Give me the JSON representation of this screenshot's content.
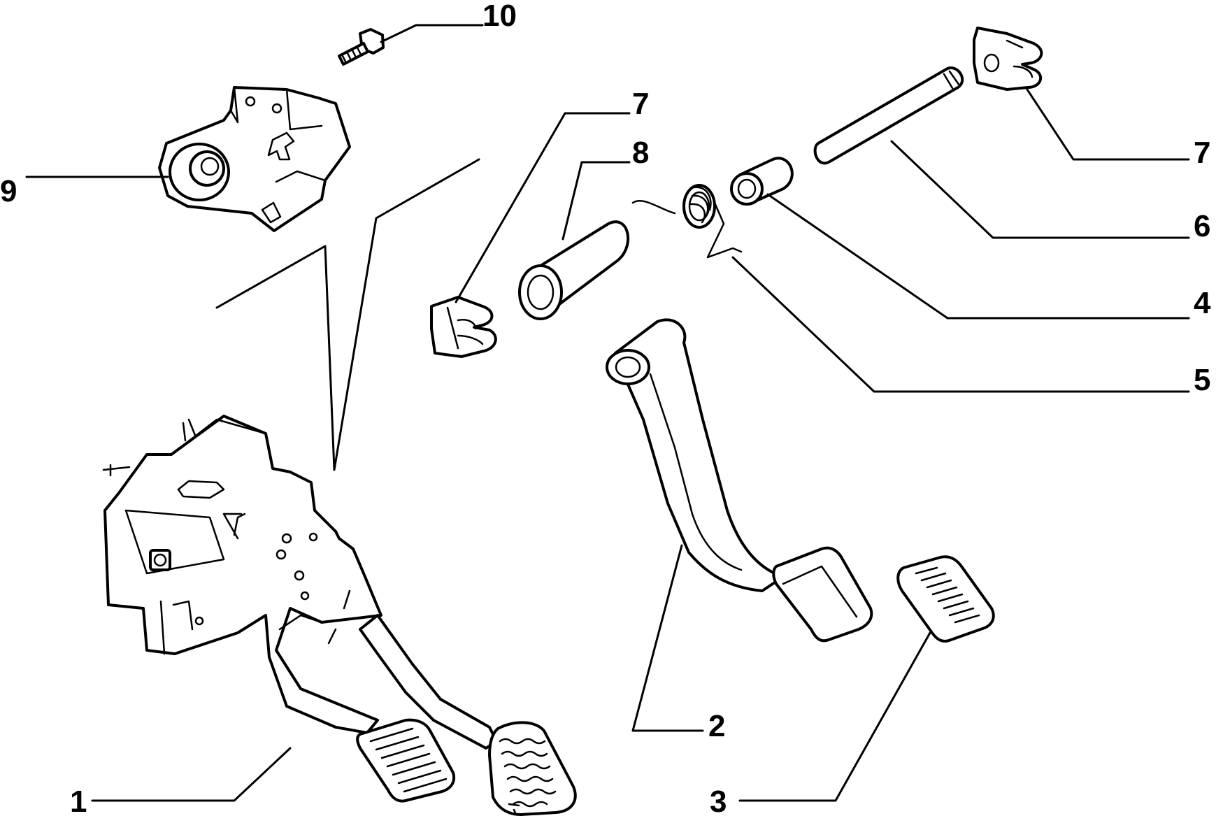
{
  "diagram": {
    "callouts": {
      "c1": "1",
      "c2": "2",
      "c3": "3",
      "c4": "4",
      "c5": "5",
      "c6": "6",
      "c7a": "7",
      "c7b": "7",
      "c8": "8",
      "c9": "9",
      "c10": "10"
    },
    "parts": [
      "pedal-assembly",
      "clutch-pedal",
      "pedal-pad",
      "bushing",
      "return-spring",
      "pivot-shaft",
      "retaining-clip",
      "sleeve",
      "bracket",
      "bolt"
    ],
    "colors": {
      "ink": "#000000",
      "paper": "#ffffff"
    }
  }
}
